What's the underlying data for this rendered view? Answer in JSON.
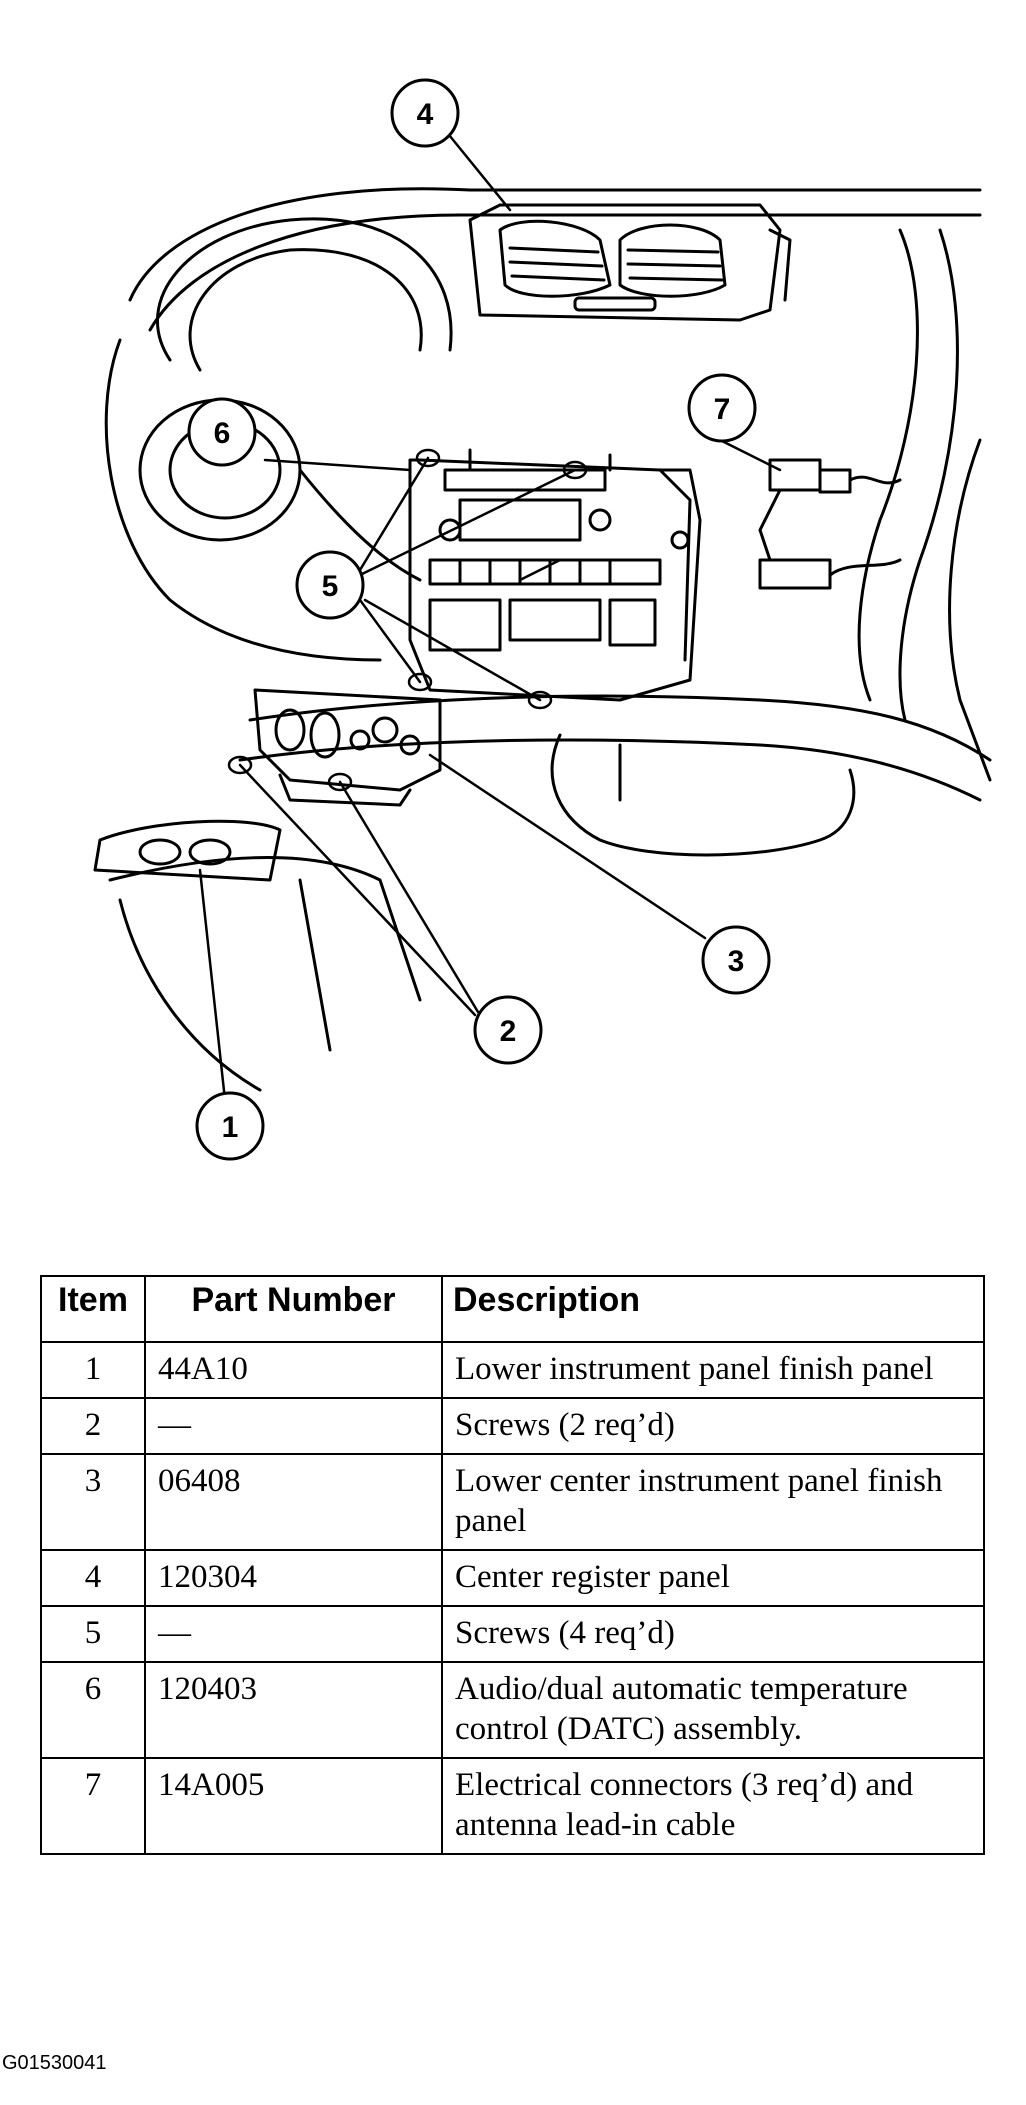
{
  "callouts": [
    "1",
    "2",
    "3",
    "4",
    "5",
    "6",
    "7"
  ],
  "table": {
    "headers": {
      "item": "Item",
      "part_number": "Part Number",
      "description": "Description"
    },
    "rows": [
      {
        "item": "1",
        "part_number": "44A10",
        "description": "Lower instrument panel finish panel"
      },
      {
        "item": "2",
        "part_number": "—",
        "description": "Screws (2 req’d)"
      },
      {
        "item": "3",
        "part_number": "06408",
        "description": "Lower center instrument panel finish panel"
      },
      {
        "item": "4",
        "part_number": "120304",
        "description": "Center register panel"
      },
      {
        "item": "5",
        "part_number": "—",
        "description": "Screws (4 req’d)"
      },
      {
        "item": "6",
        "part_number": "120403",
        "description": "Audio/dual automatic temperature control (DATC) assembly."
      },
      {
        "item": "7",
        "part_number": "14A005",
        "description": "Electrical connectors (3 req’d) and antenna lead-in cable"
      }
    ]
  },
  "figure_code": "G01530041"
}
